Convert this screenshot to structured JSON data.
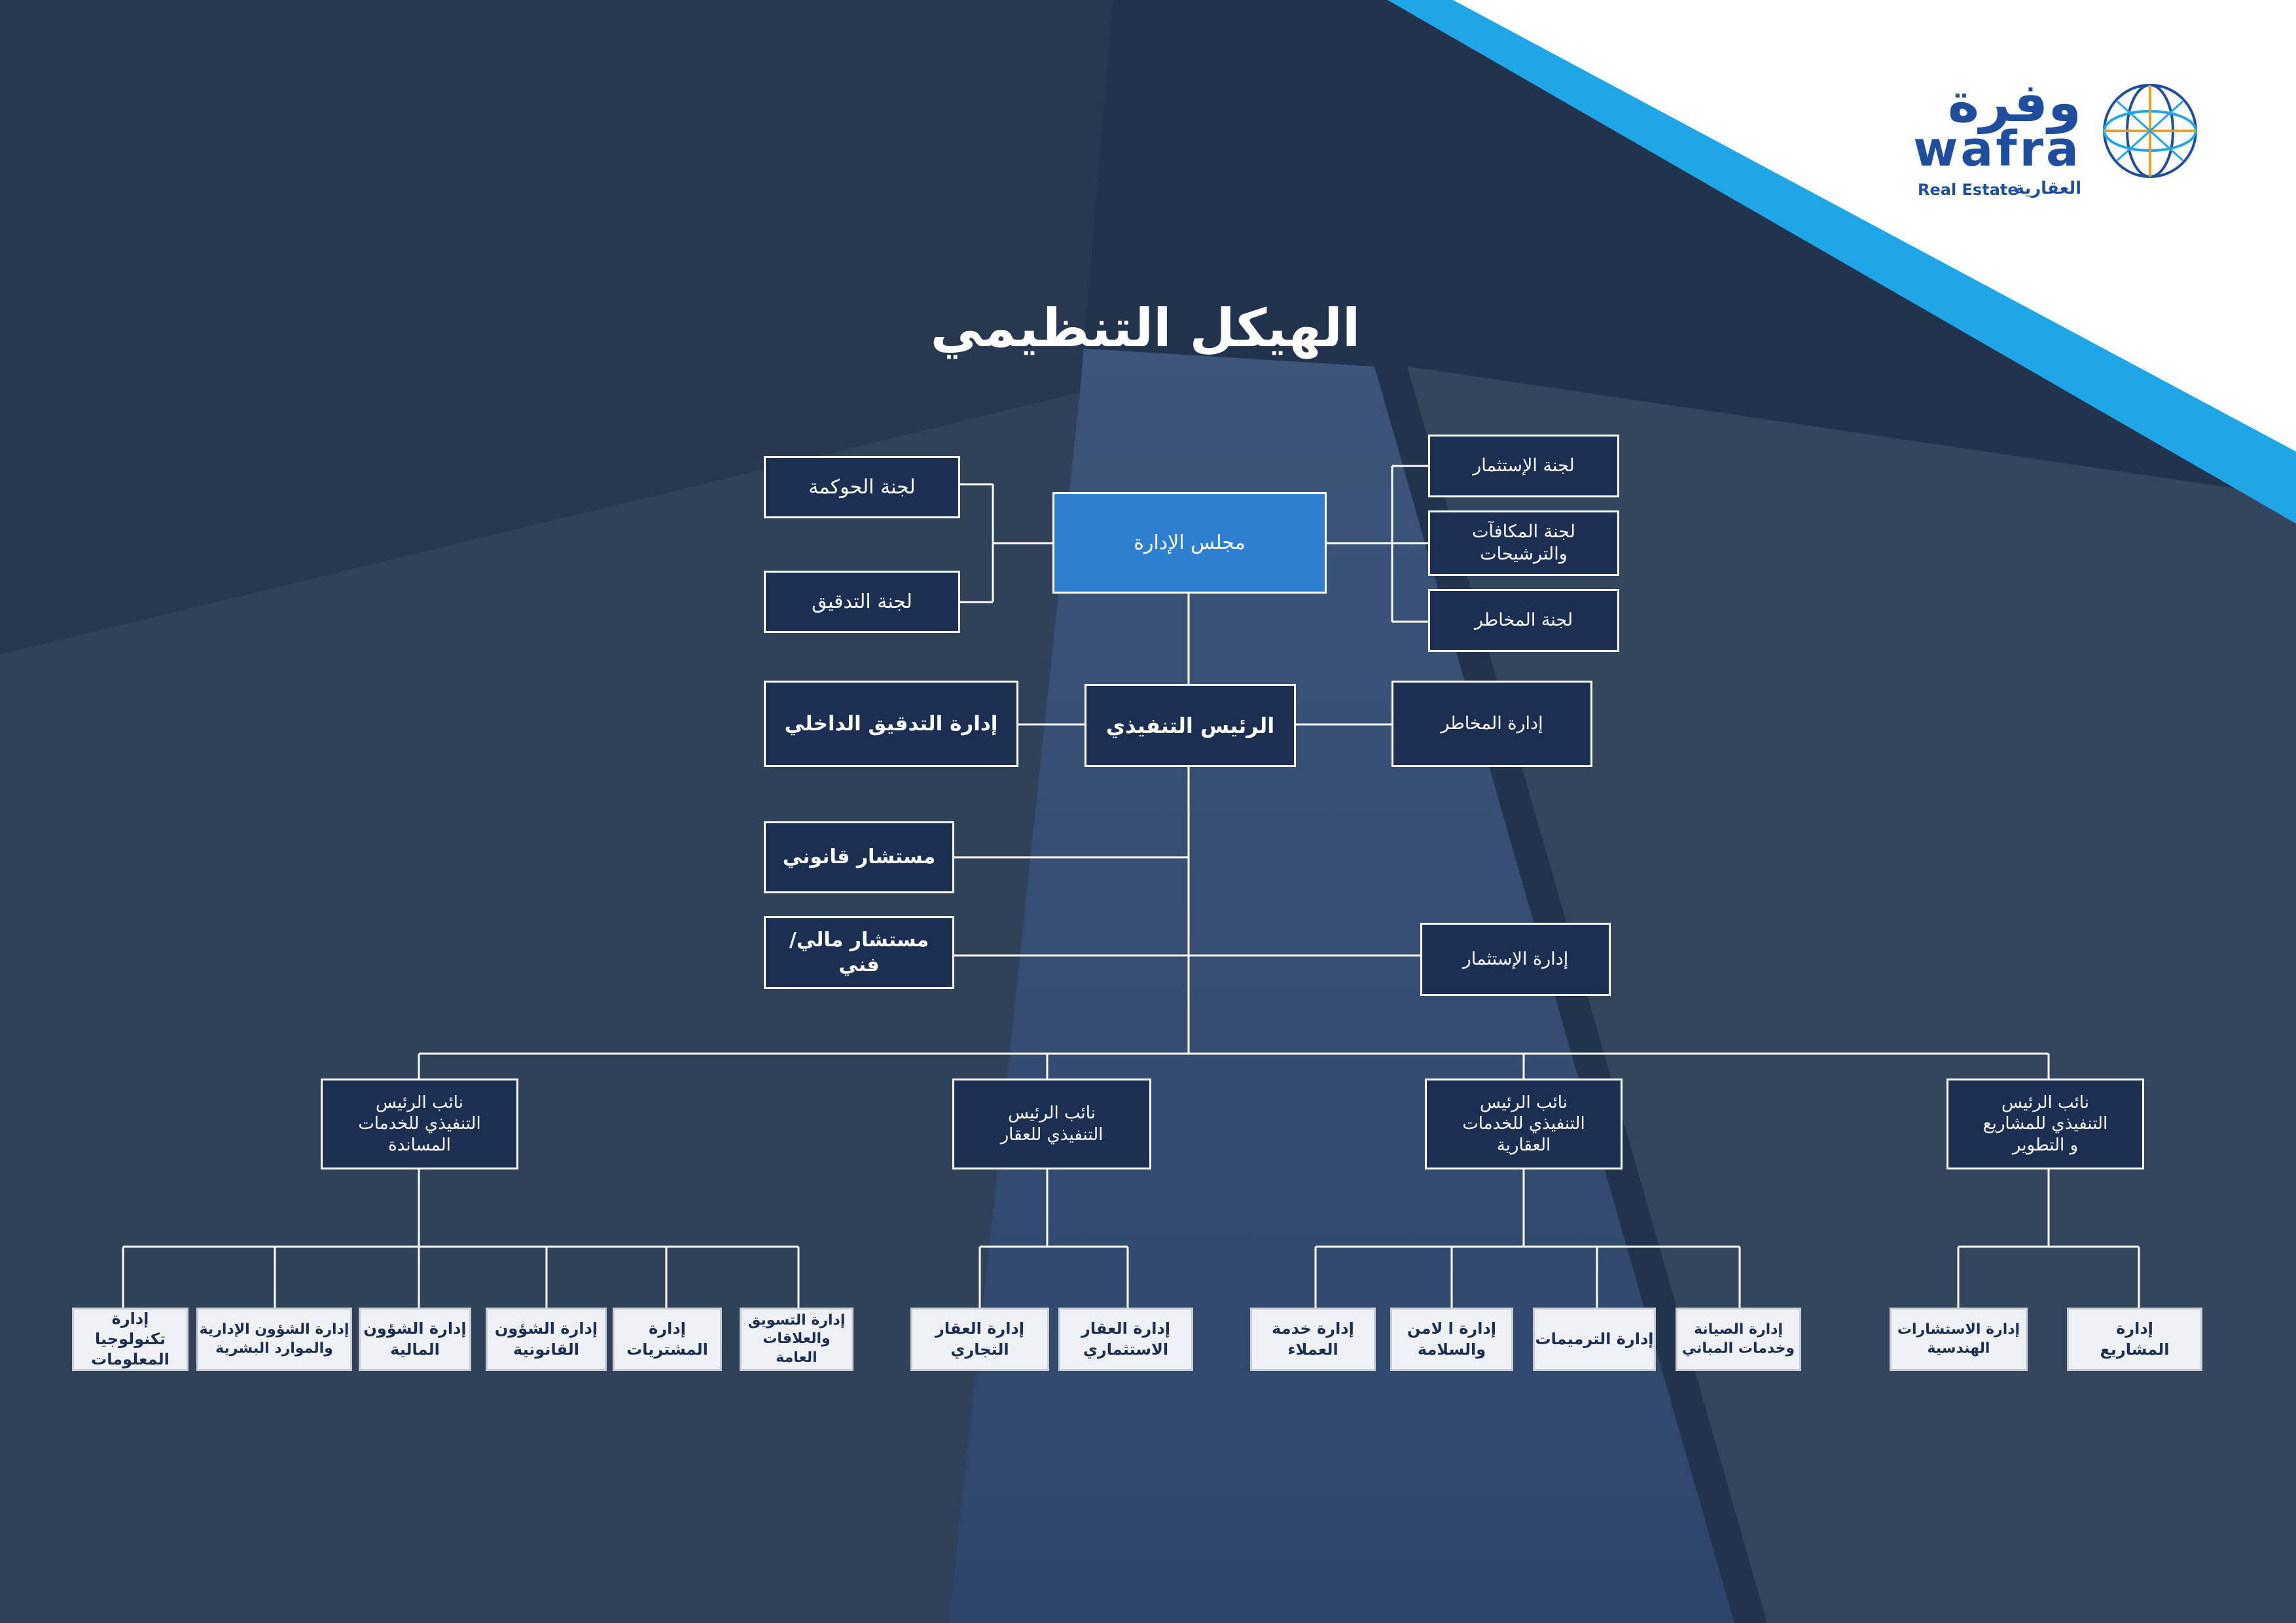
{
  "title": "الهيكل التنظيمي",
  "logo": {
    "arabic": "وفرة",
    "latin": "wafra",
    "sub_en": "Real Estate",
    "sub_ar": "العقارية"
  },
  "colors": {
    "accent_blue": "#2f7fd0",
    "dark_box": "#1b2f52",
    "light_box": "#eef0f3",
    "cyan_band": "#1ea6e6"
  },
  "board": "مجلس الإدارة",
  "committees_left": [
    "لجنة الحوكمة",
    "لجنة التدقيق"
  ],
  "committees_right": [
    "لجنة الإستثمار",
    "لجنة المكافآت\nوالترشيحات",
    "لجنة المخاطر"
  ],
  "ceo": "الرئيس التنفيذي",
  "internal_audit": "إدارة التدقيق الداخلي",
  "risk_dept": "إدارة المخاطر",
  "legal_advisor": "مستشار قانوني",
  "financial_advisor": "مستشار مالي/ فني",
  "investment_dept": "إدارة الإستثمار",
  "vps": [
    "نائب الرئيس\nالتنفيذي للخدمات\nالمساندة",
    "نائب الرئيس\nالتنفيذي للعقار",
    "نائب الرئيس\nالتنفيذي للخدمات\nالعقارية",
    "نائب الرئيس\nالتنفيذي للمشاريع\nو التطوير"
  ],
  "depts_support": [
    "إدارة تكنولوجيا\nالمعلومات",
    "إدارة الشؤون الإدارية\nوالموارد البشرية",
    "إدارة الشؤون\nالمالية",
    "إدارة الشؤون\nالقانونية",
    "إدارة\nالمشتريات",
    "إدارة التسويق\nوالعلاقات العامة"
  ],
  "depts_realestate": [
    "إدارة العقار\nالتجاري",
    "إدارة العقار\nالاستثماري"
  ],
  "depts_services": [
    "إدارة خدمة\nالعملاء",
    "إدارة ا لامن\nوالسلامة",
    "إدارة الترميمات",
    "إدارة الصيانة\nوخدمات المباني"
  ],
  "depts_projects": [
    "إدارة الاستشارات\nالهندسية",
    "إدارة\nالمشاريع"
  ]
}
